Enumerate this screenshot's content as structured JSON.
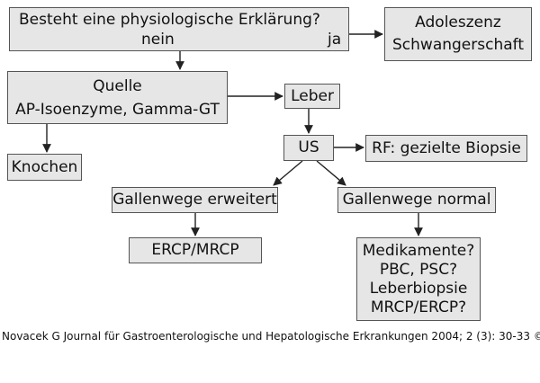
{
  "flowchart": {
    "start": {
      "question": "Besteht eine physiologische Erklärung?",
      "no_label": "nein",
      "yes_label": "ja"
    },
    "physiological": {
      "line1": "Adoleszenz",
      "line2": "Schwangerschaft"
    },
    "source": {
      "line1": "Quelle",
      "line2": "AP-Isoenzyme, Gamma-GT"
    },
    "bone": "Knochen",
    "liver": "Leber",
    "ultrasound": "US",
    "space_occupying": "RF: gezielte Biopsie",
    "ducts_dilated": "Gallenwege erweitert",
    "ducts_normal": "Gallenwege normal",
    "ercp_mrcp": "ERCP/MRCP",
    "workup": [
      "Medikamente?",
      "PBC, PSC?",
      "Leberbiopsie",
      "MRCP/ERCP?"
    ]
  },
  "caption": "Novacek G Journal für Gastroenterologische und Hepatologische Erkrankungen 2004; 2 (3): 30-33 ©"
}
